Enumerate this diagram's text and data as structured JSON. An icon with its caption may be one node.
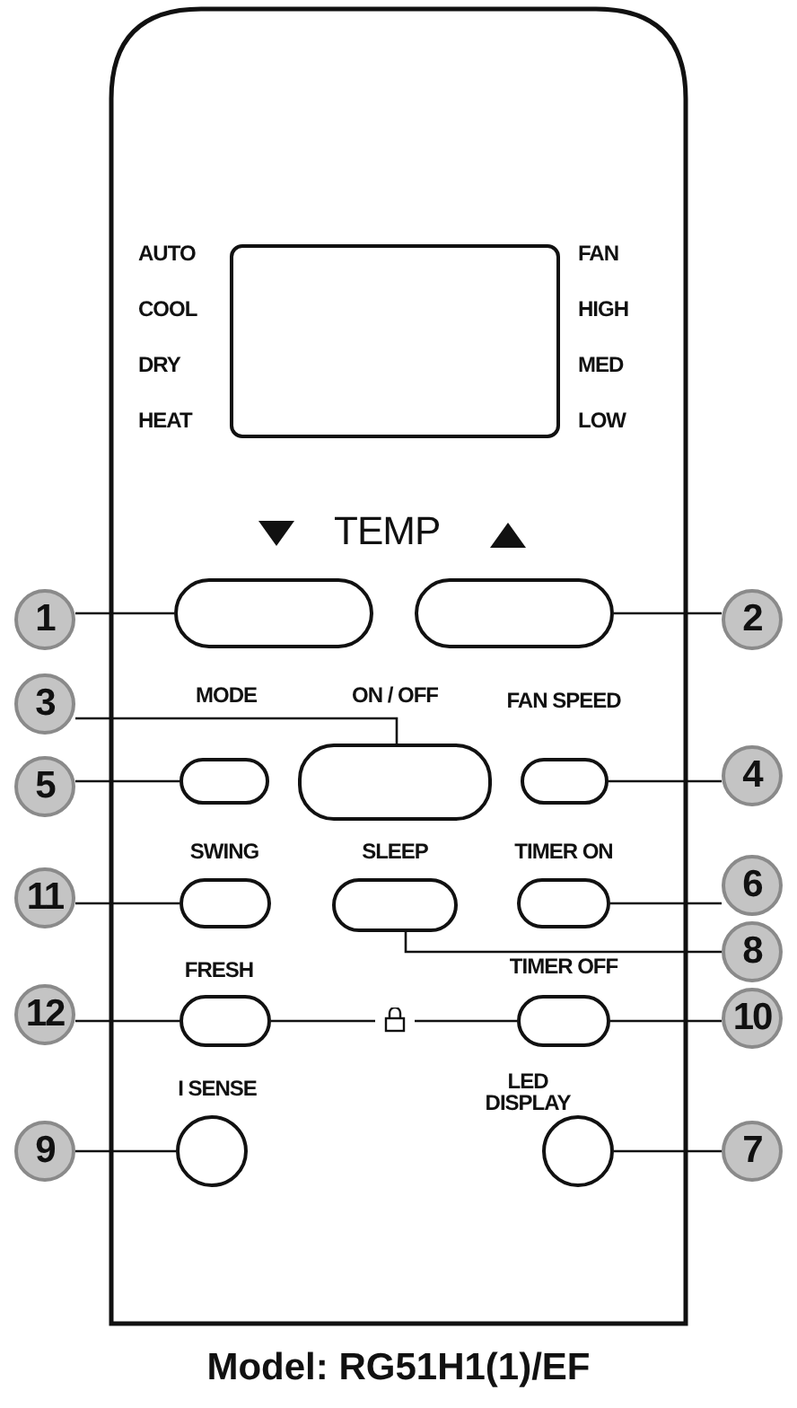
{
  "diagram": {
    "caption": "Model: RG51H1(1)/EF",
    "nodes": [
      {
        "text": [],
        "shape": "pill"
      },
      {
        "text": [],
        "shape": "pill"
      },
      {
        "text": [],
        "shape": "pill",
        "beside": [
          "MODE"
        ]
      },
      {
        "text": [],
        "shape": "pill",
        "beside": [
          "ON / OFF"
        ]
      },
      {
        "text": [],
        "shape": "pill",
        "beside": [
          "FAN SPEED"
        ]
      },
      {
        "text": [],
        "shape": "pill",
        "beside": [
          "SWING"
        ]
      },
      {
        "text": [],
        "shape": "pill",
        "beside": [
          "SLEEP"
        ]
      },
      {
        "text": [],
        "shape": "pill",
        "beside": [
          "TIMER ON"
        ]
      },
      {
        "text": [],
        "shape": "pill",
        "beside": [
          "FRESH"
        ]
      },
      {
        "text": [],
        "shape": "pill",
        "beside": [
          "TIMER OFF"
        ]
      },
      {
        "text": [],
        "shape": "circle",
        "beside": [
          "I SENSE"
        ]
      },
      {
        "text": [],
        "shape": "circle",
        "beside": [
          "LED DISPLAY"
        ]
      },
      {
        "text": [
          "1"
        ]
      },
      {
        "text": [
          "2"
        ]
      },
      {
        "text": [
          "3"
        ]
      },
      {
        "text": [
          "4"
        ]
      },
      {
        "text": [
          "5"
        ]
      },
      {
        "text": [
          "6"
        ]
      },
      {
        "text": [
          "7"
        ]
      },
      {
        "text": [
          "8"
        ]
      },
      {
        "text": [
          "9"
        ]
      },
      {
        "text": [
          "10"
        ]
      },
      {
        "text": [
          "11"
        ]
      },
      {
        "text": [
          "12"
        ]
      },
      {
        "text": [],
        "shape": "box"
      }
    ],
    "edges": [
      {
        "from": 12,
        "to": 0,
        "arrow": "none"
      },
      {
        "from": 13,
        "to": 1,
        "arrow": "none"
      },
      {
        "from": 14,
        "to": 3,
        "arrow": "none"
      },
      {
        "from": 15,
        "to": 4,
        "arrow": "none"
      },
      {
        "from": 16,
        "to": 2,
        "arrow": "none"
      },
      {
        "from": 17,
        "to": 7,
        "arrow": "none"
      },
      {
        "from": 18,
        "to": 11,
        "arrow": "none"
      },
      {
        "from": 19,
        "to": 6,
        "arrow": "none"
      },
      {
        "from": 20,
        "to": 10,
        "arrow": "none"
      },
      {
        "from": 21,
        "to": 9,
        "arrow": "none"
      },
      {
        "from": 22,
        "to": 5,
        "arrow": "none"
      },
      {
        "from": 23,
        "to": 8,
        "arrow": "none"
      },
      {
        "from": 8,
        "to": 9,
        "arrow": "none"
      }
    ],
    "labels": [
      "AUTO",
      "FAN",
      "COOL",
      "HIGH",
      "DRY",
      "MED",
      "HEAT",
      "LOW",
      "TEMP"
    ]
  }
}
